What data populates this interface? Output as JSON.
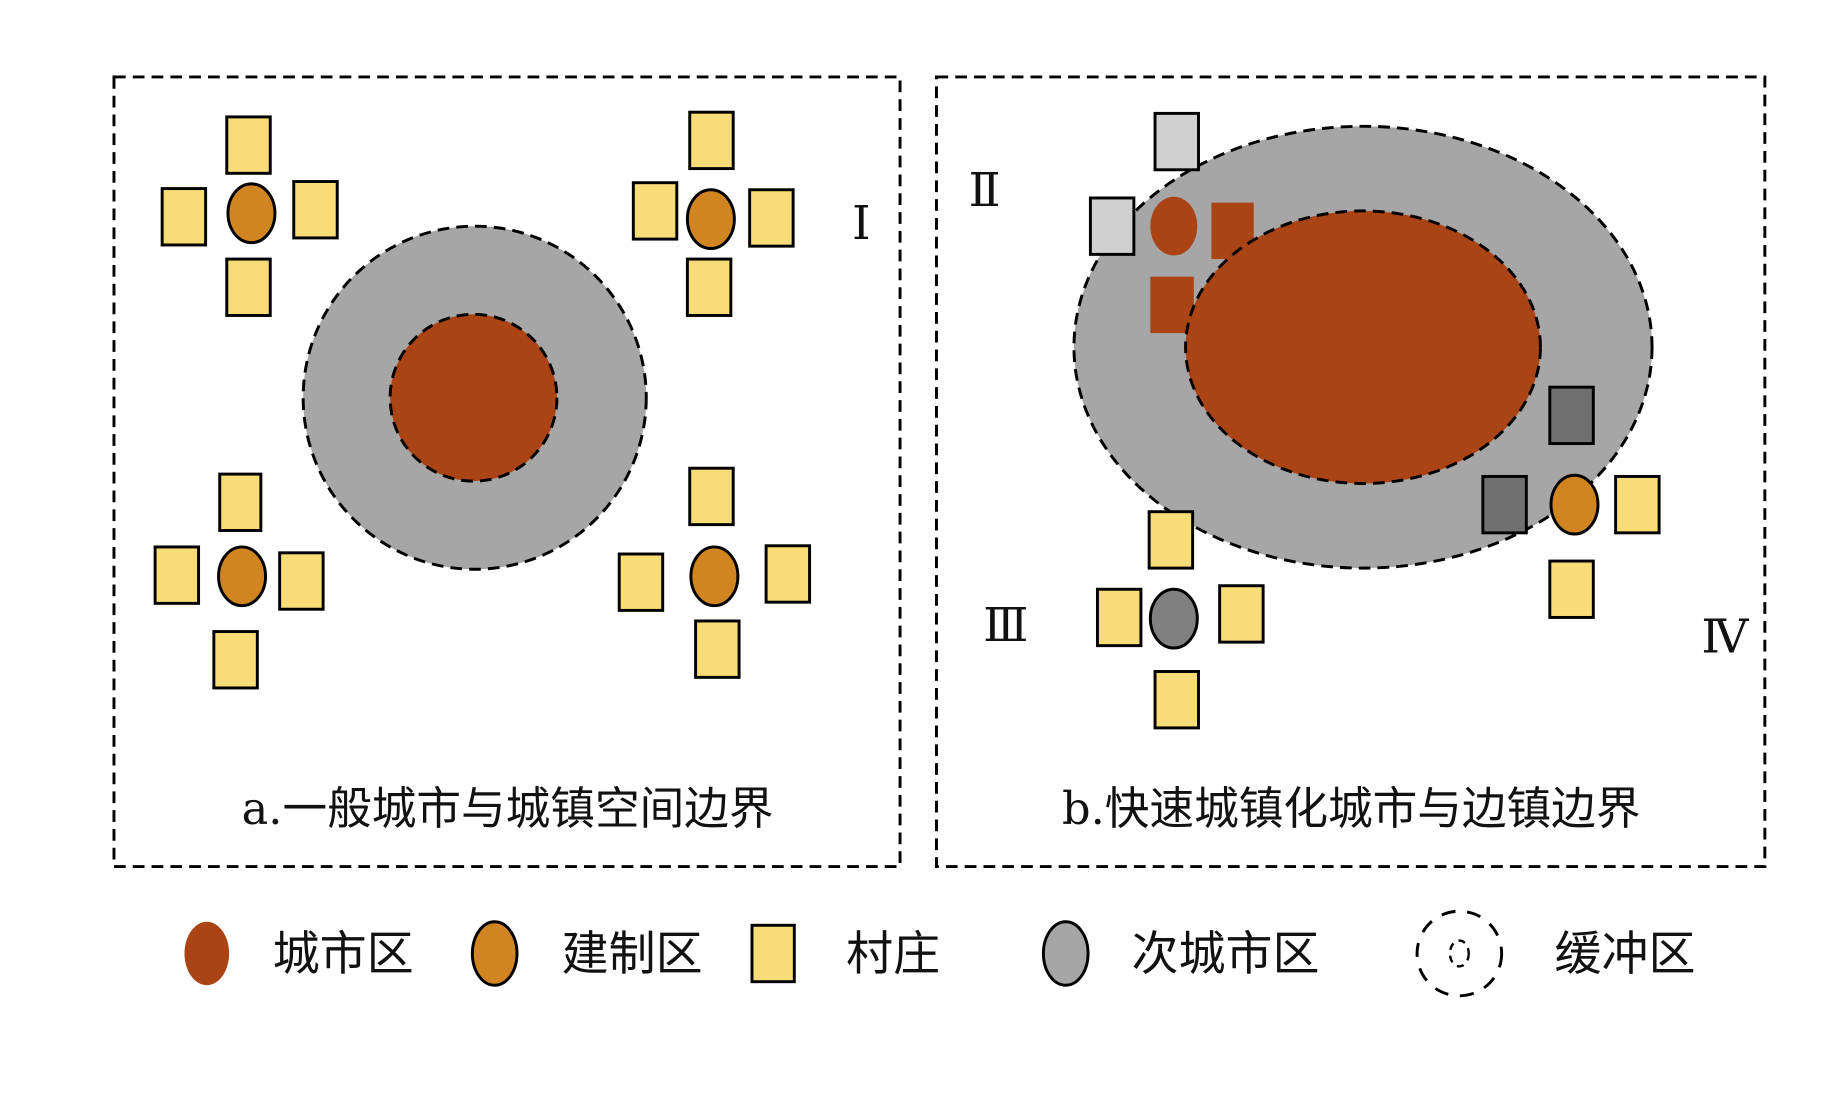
{
  "panels": {
    "a": {
      "caption": "a.一般城市与城镇空间边界",
      "numeral": "Ⅰ"
    },
    "b": {
      "caption": "b.快速城镇化城市与边镇边界",
      "numerals": [
        "Ⅱ",
        "Ⅲ",
        "Ⅳ"
      ]
    }
  },
  "legend": [
    {
      "label": "城市区",
      "icon": "city-area-icon",
      "color": "#ab4415"
    },
    {
      "label": "建制区",
      "icon": "town-area-icon",
      "color": "#d18521"
    },
    {
      "label": "村庄",
      "icon": "village-icon",
      "color": "#f7dc78"
    },
    {
      "label": "次城市区",
      "icon": "sub-city-area-icon",
      "color": "#a6a6a6"
    },
    {
      "label": "缓冲区",
      "icon": "buffer-zone-icon",
      "color": "#ffffff"
    }
  ]
}
